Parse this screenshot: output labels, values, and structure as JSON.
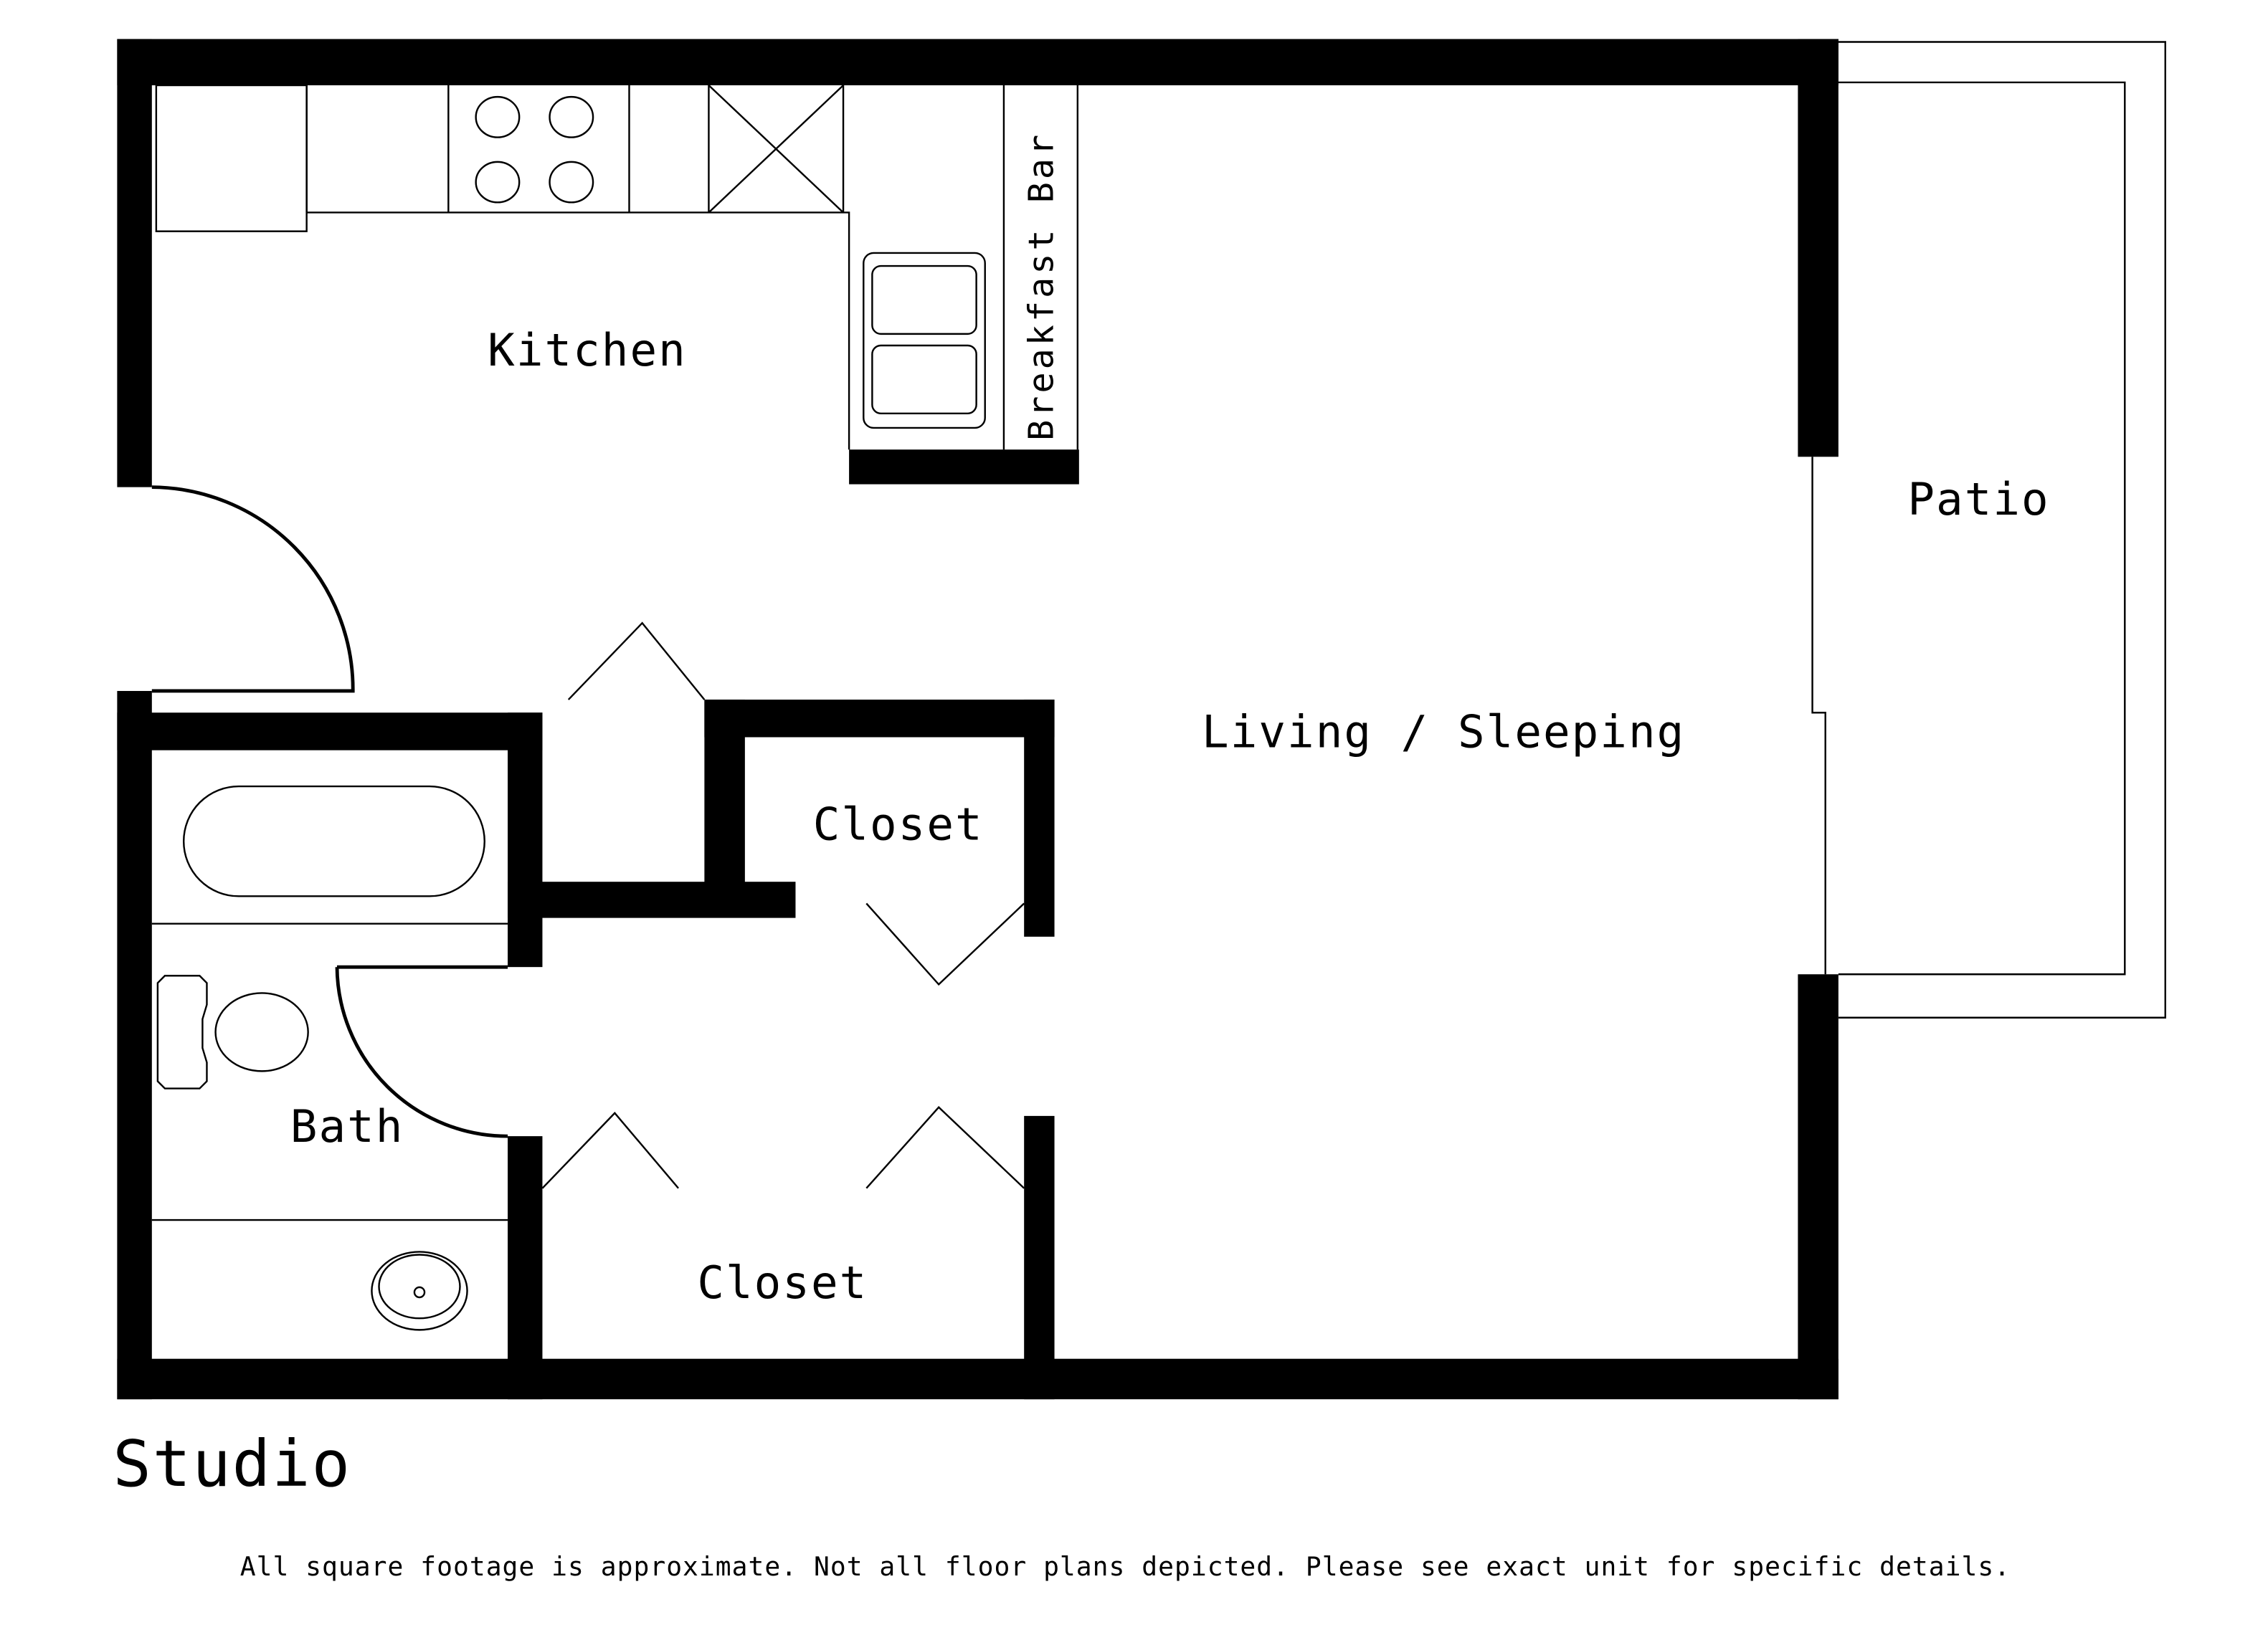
{
  "plan": {
    "title": "Studio",
    "disclaimer": "All square footage is approximate. Not all floor plans depicted. Please see exact unit for specific details.",
    "rooms": [
      {
        "id": "kitchen",
        "label": "Kitchen"
      },
      {
        "id": "breakfast-bar",
        "label": "Breakfast Bar"
      },
      {
        "id": "living-sleeping",
        "label": "Living / Sleeping"
      },
      {
        "id": "patio",
        "label": "Patio"
      },
      {
        "id": "closet-upper",
        "label": "Closet"
      },
      {
        "id": "closet-lower",
        "label": "Closet"
      },
      {
        "id": "bath",
        "label": "Bath"
      }
    ],
    "colors": {
      "wall": "#000000",
      "background": "#ffffff"
    }
  }
}
